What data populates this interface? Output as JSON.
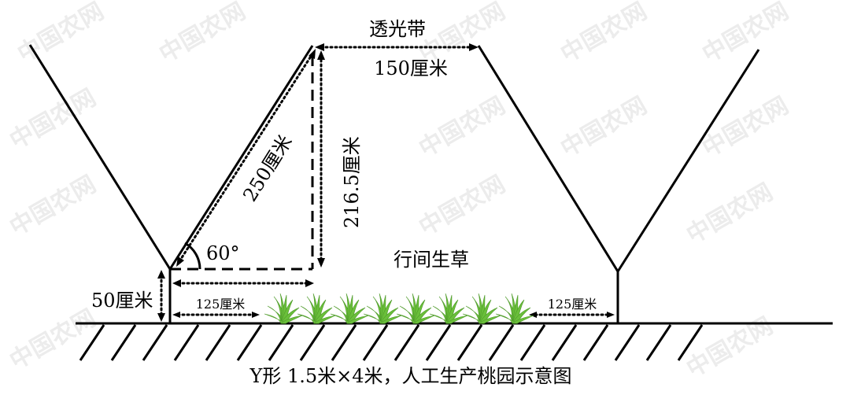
{
  "diagram": {
    "top_label": "透光带",
    "top_width": "150厘米",
    "branch_length": "250厘米",
    "height": "216.5厘米",
    "angle": "60°",
    "trunk_height": "50厘米",
    "inter_row": "行间生草",
    "left_spacing": "125厘米",
    "right_spacing": "125厘米",
    "caption": "Y形  1.5米×4米，人工生产桃园示意图",
    "watermark": "中国农网",
    "grass_color": "#6abf3a"
  }
}
